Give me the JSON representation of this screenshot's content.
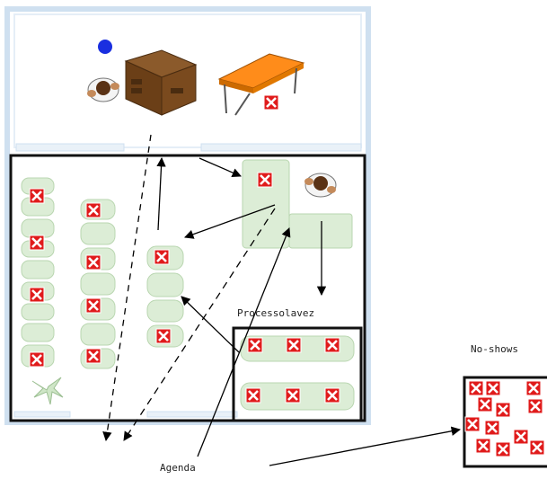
{
  "labels": {
    "processing": "Processolavez",
    "noshows": "No-shows",
    "agenda": "Agenda"
  },
  "icons": {
    "seat_marker": "red-x-square-icon",
    "person": "person-topdown-icon",
    "desk": "wooden-desk-icon",
    "table": "orange-table-icon",
    "plant": "potted-plant-icon",
    "dot": "blue-dot-icon"
  },
  "colors": {
    "wall": "#111111",
    "glass": "#cfe0f0",
    "seat": "#dcedd6",
    "seat_border": "#b9d6b0",
    "marker": "#e01b1b",
    "desk": "#7a4a1e",
    "table": "#ff8c1a",
    "dot": "#1a2fe0"
  }
}
